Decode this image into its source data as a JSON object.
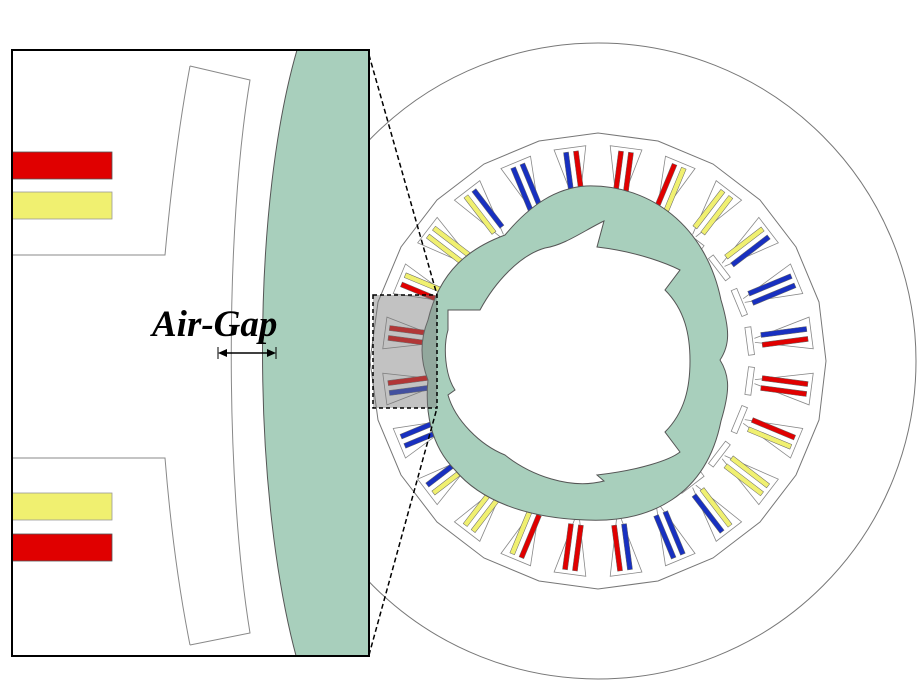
{
  "figure": {
    "label": "Air-Gap"
  },
  "motor": {
    "stator_slot_count": 24,
    "rotor_poles": 4,
    "winding_colors": {
      "phase_a": "#e00000",
      "phase_b": "#1830c0",
      "phase_c": "#f0f070"
    },
    "rotor_color": "#a8cfbc",
    "zoom_region_color": "#9a9a9a"
  }
}
